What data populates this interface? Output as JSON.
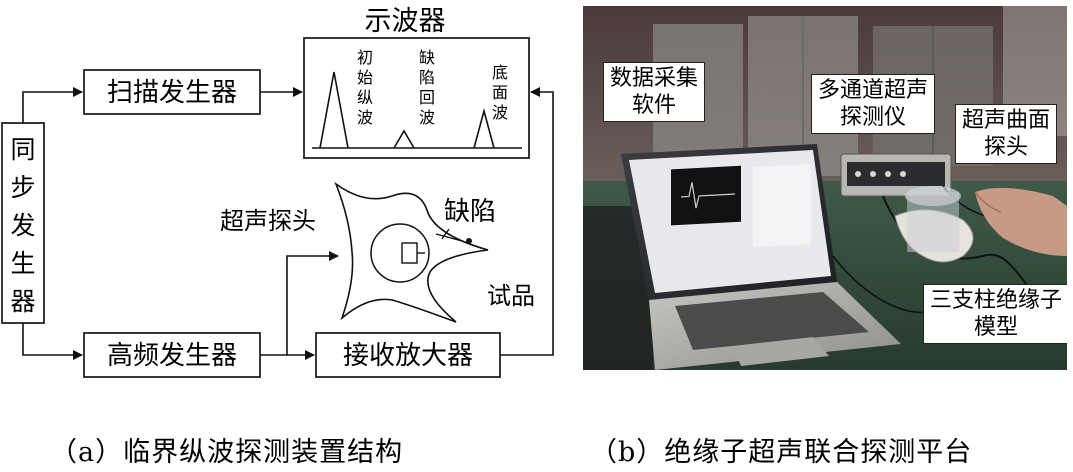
{
  "diagram_a": {
    "sync_generator": [
      "同",
      "步",
      "发",
      "生",
      "器"
    ],
    "scan_generator": "扫描发生器",
    "hf_generator": "高频发生器",
    "receiver_amp": "接收放大器",
    "oscilloscope_title": "示波器",
    "wave_initial": [
      "初",
      "始",
      "纵",
      "波"
    ],
    "wave_defect": [
      "缺",
      "陷",
      "回",
      "波"
    ],
    "wave_bottom": [
      "底",
      "面",
      "波"
    ],
    "probe_label": "超声探头",
    "defect_label": "缺陷",
    "specimen_label": "试品"
  },
  "photo_b": {
    "daq_software": [
      "数据采集",
      "软件"
    ],
    "multi_channel": [
      "多通道超声",
      "探测仪"
    ],
    "curved_probe": [
      "超声曲面",
      "探头"
    ],
    "insulator_model": [
      "三支柱绝缘子",
      "模型"
    ]
  },
  "captions": {
    "a": "（a）临界纵波探测装置结构",
    "b": "（b）绝缘子超声联合探测平台"
  }
}
